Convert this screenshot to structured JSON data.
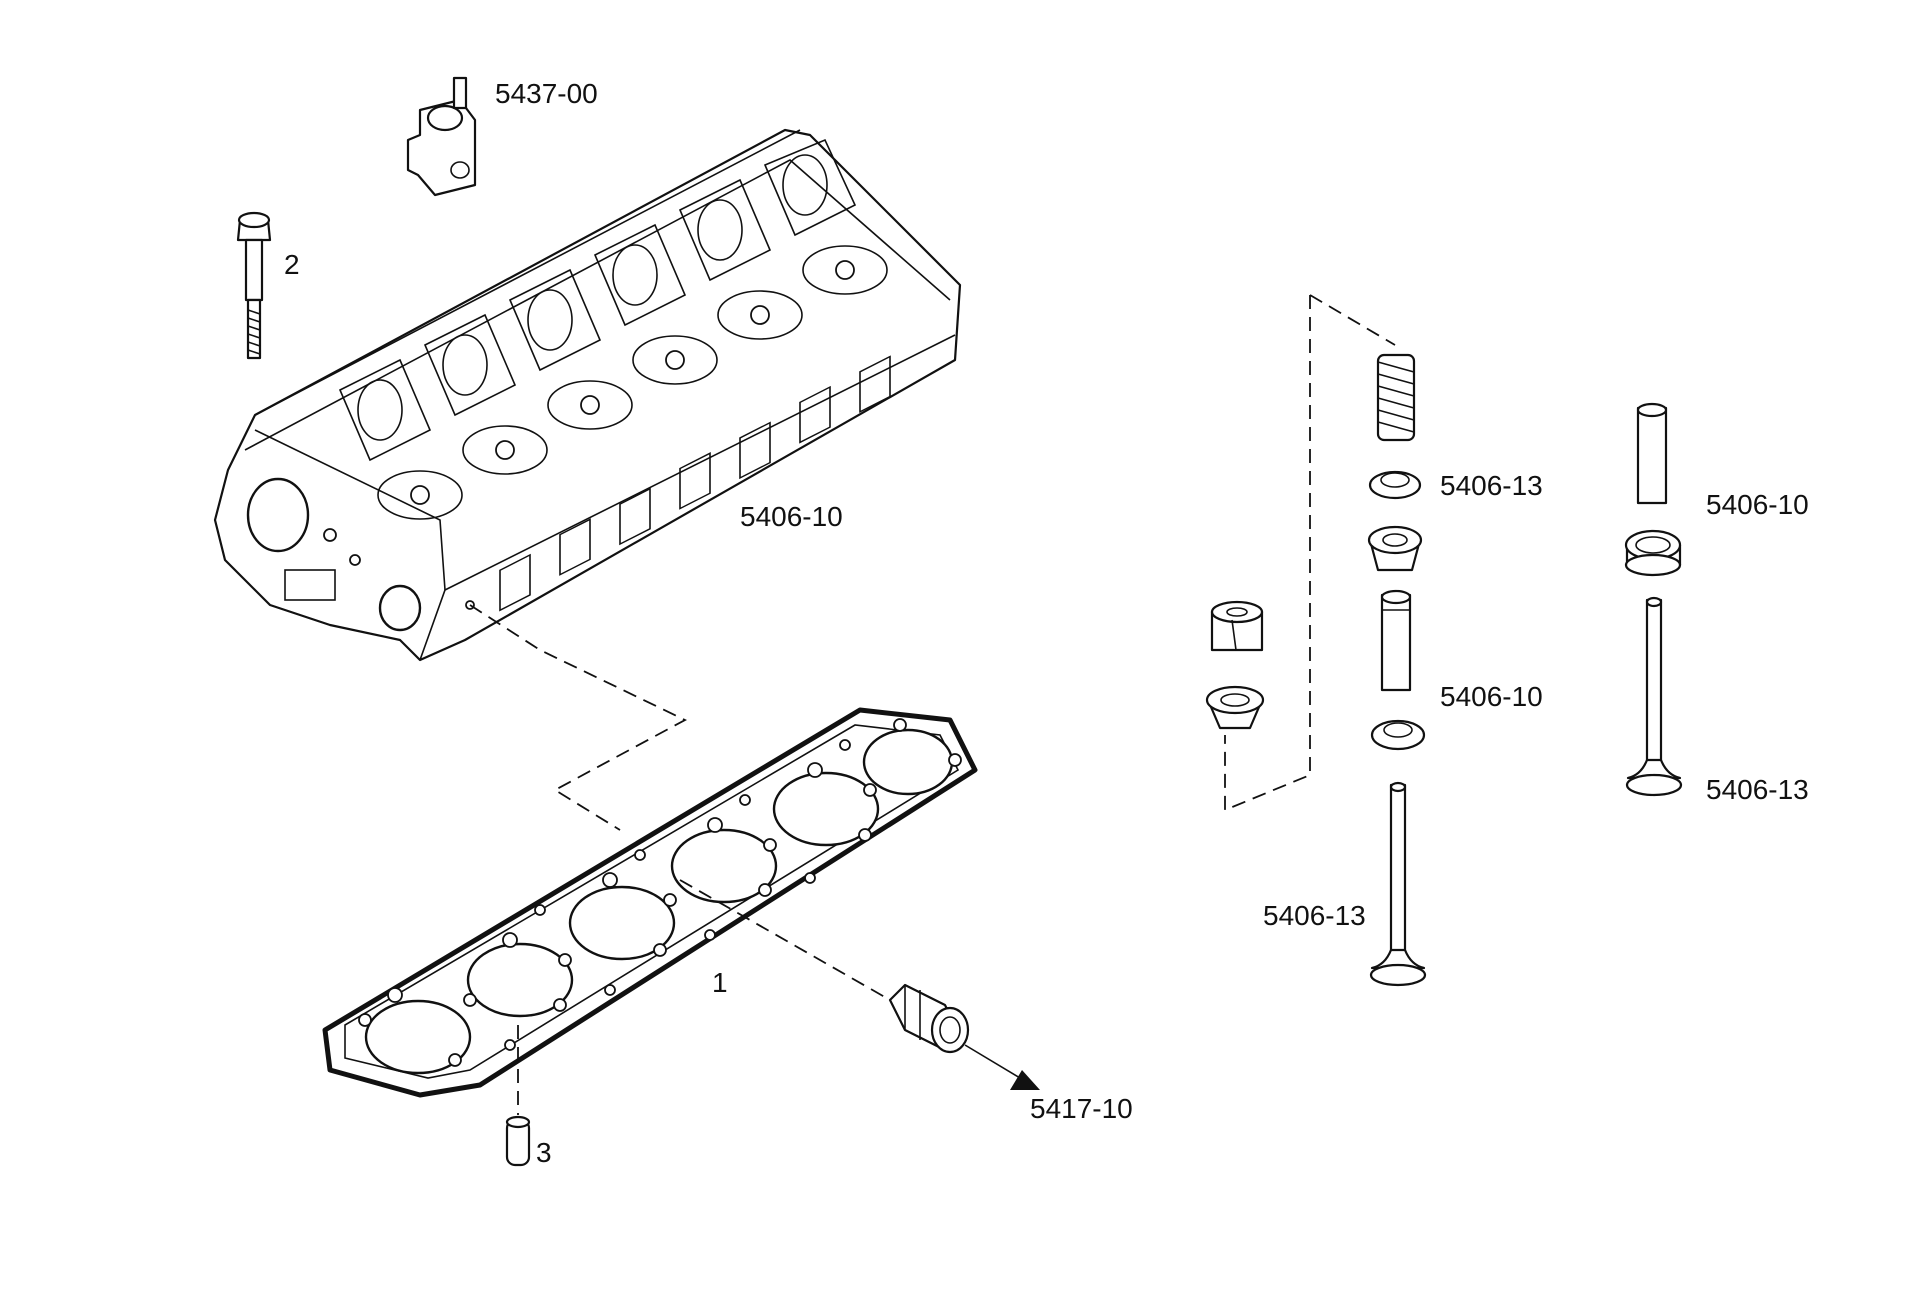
{
  "labels": {
    "hydraulic_tappet": "5437-00",
    "head_bolt": "2",
    "cylinder_head": "5406-10",
    "head_gasket": "1",
    "dowel_sleeve": "3",
    "water_outlet_fitting": "5417-10",
    "valve_seat_ring_upper": "5406-13",
    "valve_guide_upper": "5406-10",
    "exhaust_valve": "5406-13",
    "right_valve_guide": "5406-10",
    "right_valve": "5406-13"
  },
  "colors": {
    "line": "#111111",
    "background": "#ffffff"
  }
}
